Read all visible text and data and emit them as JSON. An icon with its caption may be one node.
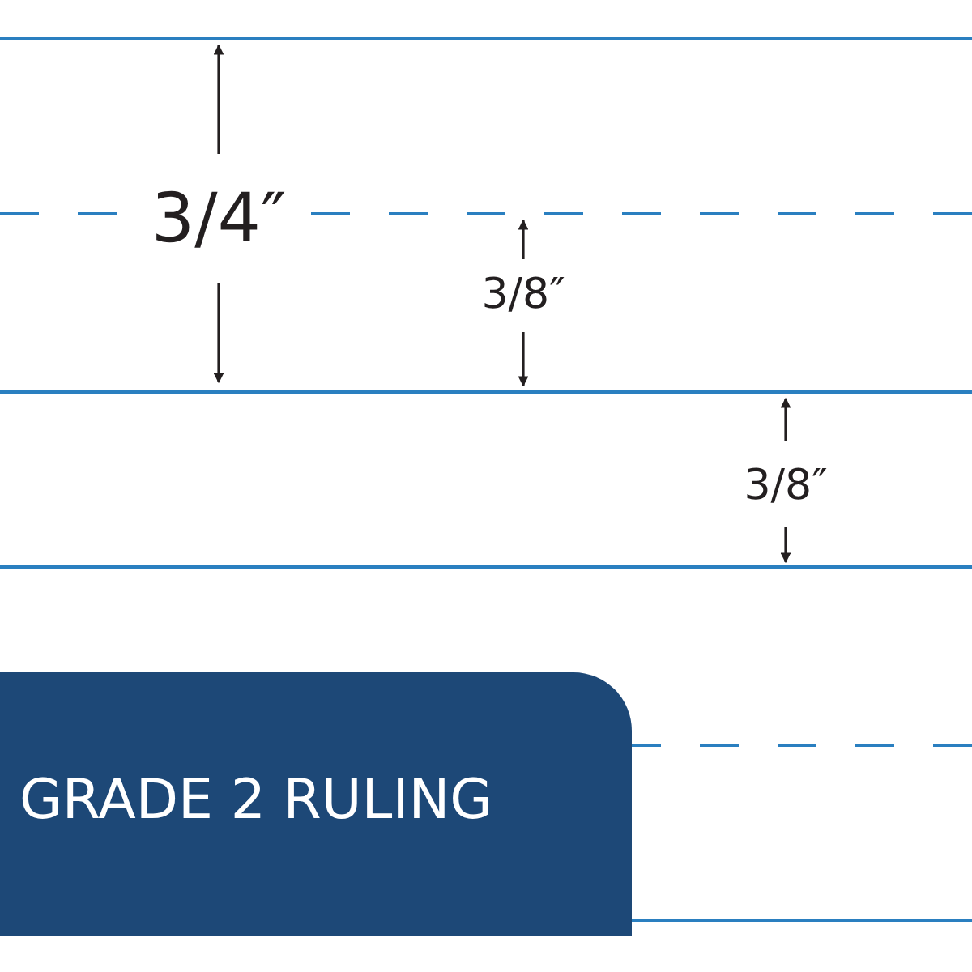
{
  "diagram": {
    "nodes": [
      {
        "text": [
          "GRADE 2 RULING"
        ]
      }
    ],
    "labels": [
      "3/4″",
      "3/8″",
      "3/8″"
    ]
  }
}
